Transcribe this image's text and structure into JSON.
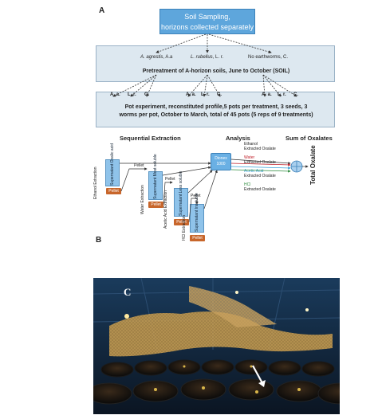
{
  "panel_a": {
    "letter": "A",
    "soil_box": {
      "line1": "Soil Sampling,",
      "line2": "horizons collected separately"
    },
    "pretreatment": {
      "treatments": [
        {
          "name": "A. agrestis",
          "abbr": ", A.a"
        },
        {
          "name": "L. rubellus",
          "abbr": ", L. r."
        },
        {
          "name": "No earthworms",
          "abbr": ", C."
        }
      ],
      "text": "Pretreatment of A-horizon soils, June to October (SOIL)"
    },
    "pot_experiment": {
      "labels": [
        "A. a.",
        "L. r.",
        "C.",
        "A. a.",
        "L. r.",
        "C.",
        "A. a.",
        "L. r.",
        "C."
      ],
      "line1": "Pot experiment,  reconstituted profile,5 pots per treatment, 3 seeds, 3",
      "line2": "worms per pot, October to March, total of 45 pots (5 reps of 9 treatments)"
    }
  },
  "panel_b": {
    "letter": "B",
    "headers": {
      "sequential": "Sequential Extraction",
      "analysis": "Analysis",
      "sum": "Sum of Oxalates"
    },
    "steps": [
      {
        "extraction": "Ethanol Extraction",
        "supernatant": "Supernatant Oxalic acid",
        "pellet": "Pellet"
      },
      {
        "extraction": "Water Extraction",
        "supernatant": "Supernatant Most soluble",
        "pellet": "Pellet"
      },
      {
        "extraction": "Acetic Acid Extraction",
        "supernatant": "Supernatant Less soluble",
        "pellet": "Pellet"
      },
      {
        "extraction": "HCl Extraction",
        "supernatant": "Supernatant Insoluble",
        "pellet": "Pellet"
      }
    ],
    "pellet_arrow_label": "Pellet",
    "dionex": {
      "line1": "Dionex",
      "line2": "1000"
    },
    "outputs": [
      {
        "prefix": "Ethanol",
        "suffix": "Extracted Oxalate",
        "color": "#222222"
      },
      {
        "prefix": "Water",
        "suffix": "Extracted Oxalate",
        "color": "#c0202a"
      },
      {
        "prefix": "Acetic Acid",
        "suffix": "Extracted Oxalate",
        "color": "#3aa0d8"
      },
      {
        "prefix": "HCl",
        "suffix": "Extracted Oxalate",
        "color": "#2a8a3a"
      }
    ],
    "total_label": "Total Oxalate"
  },
  "panel_c": {
    "letter": "C"
  }
}
